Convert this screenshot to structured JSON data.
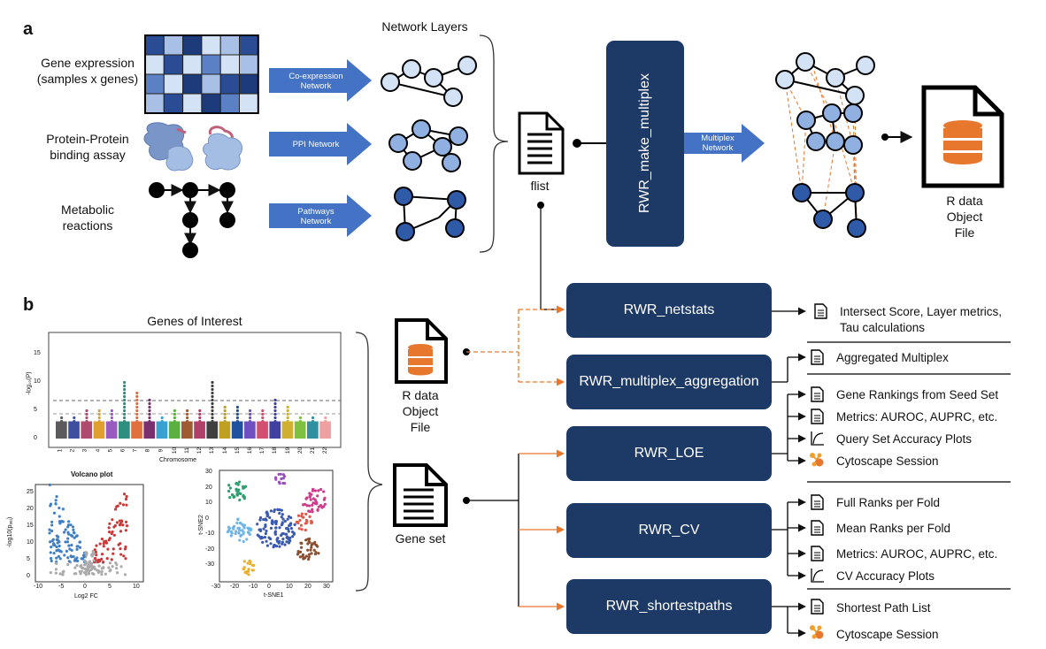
{
  "panels": {
    "a": "a",
    "b": "b"
  },
  "inputs": {
    "gene_expression": [
      "Gene expression",
      "(samples x genes)"
    ],
    "ppi": [
      "Protein-Protein",
      "binding assay"
    ],
    "metabolic": [
      "Metabolic",
      "reactions"
    ]
  },
  "arrows": {
    "coexpression": [
      "Co-expression",
      "Network"
    ],
    "ppi": [
      "PPI Network"
    ],
    "pathways": [
      "Pathways",
      "Network"
    ],
    "multiplex": [
      "Multiplex",
      "Network"
    ]
  },
  "network_layers_title": "Network Layers",
  "flist_label": "flist",
  "make_multiplex": "RWR_make_multiplex",
  "rdata_top": [
    "R data",
    "Object",
    "File"
  ],
  "genes_of_interest": "Genes of Interest",
  "manhattan": {
    "ylabel": "-log₁₀(P)",
    "xlabel": "Chromosome",
    "yticks": [
      "0",
      "5",
      "10",
      "15"
    ],
    "chromosomes": [
      "1",
      "2",
      "3",
      "4",
      "5",
      "6",
      "7",
      "8",
      "9",
      "10",
      "11",
      "12",
      "13",
      "14",
      "15",
      "16",
      "17",
      "18",
      "19",
      "20",
      "21",
      "22"
    ]
  },
  "volcano": {
    "title": "Volcano plot",
    "xlabel": "Log2 FC",
    "ylabel": "-log10(pₐₑⱼ)",
    "xticks": [
      "-10",
      "-5",
      "0",
      "5",
      "10"
    ],
    "yticks": [
      "0",
      "5",
      "10",
      "15",
      "20",
      "25"
    ]
  },
  "tsne": {
    "xlabel": "t-SNE1",
    "ylabel": "t-SNE2",
    "xticks": [
      "-30",
      "-20",
      "-10",
      "0",
      "10",
      "20",
      "30"
    ],
    "yticks": [
      "30",
      "20",
      "10",
      "0",
      "-10",
      "-20",
      "-30"
    ]
  },
  "rdata_mid": [
    "R data",
    "Object",
    "File"
  ],
  "gene_set_label": "Gene set",
  "functions": {
    "netstats": "RWR_netstats",
    "aggregation": "RWR_multiplex_aggregation",
    "loe": "RWR_LOE",
    "cv": "RWR_CV",
    "shortestpaths": "RWR_shortestpaths"
  },
  "outputs": {
    "netstats": [
      "Intersect Score, Layer metrics,",
      "Tau calculations"
    ],
    "aggregation": "Aggregated Multiplex",
    "loe": [
      "Gene Rankings from Seed Set",
      "Metrics: AUROC, AUPRC, etc.",
      "Query Set Accuracy Plots",
      "Cytoscape Session"
    ],
    "cv": [
      "Full Ranks per Fold",
      "Mean Ranks per Fold",
      "Metrics: AUROC, AUPRC, etc.",
      "CV Accuracy Plots"
    ],
    "shortestpaths": [
      "Shortest Path List",
      "Cytoscape Session"
    ]
  },
  "colors": {
    "navy": "#1d3a66",
    "arrow_blue": "#4472c4",
    "orange": "#e8772e",
    "node_light": "#d4e2f5",
    "node_mid": "#8fb0e0",
    "node_dark": "#2e5aa8"
  }
}
